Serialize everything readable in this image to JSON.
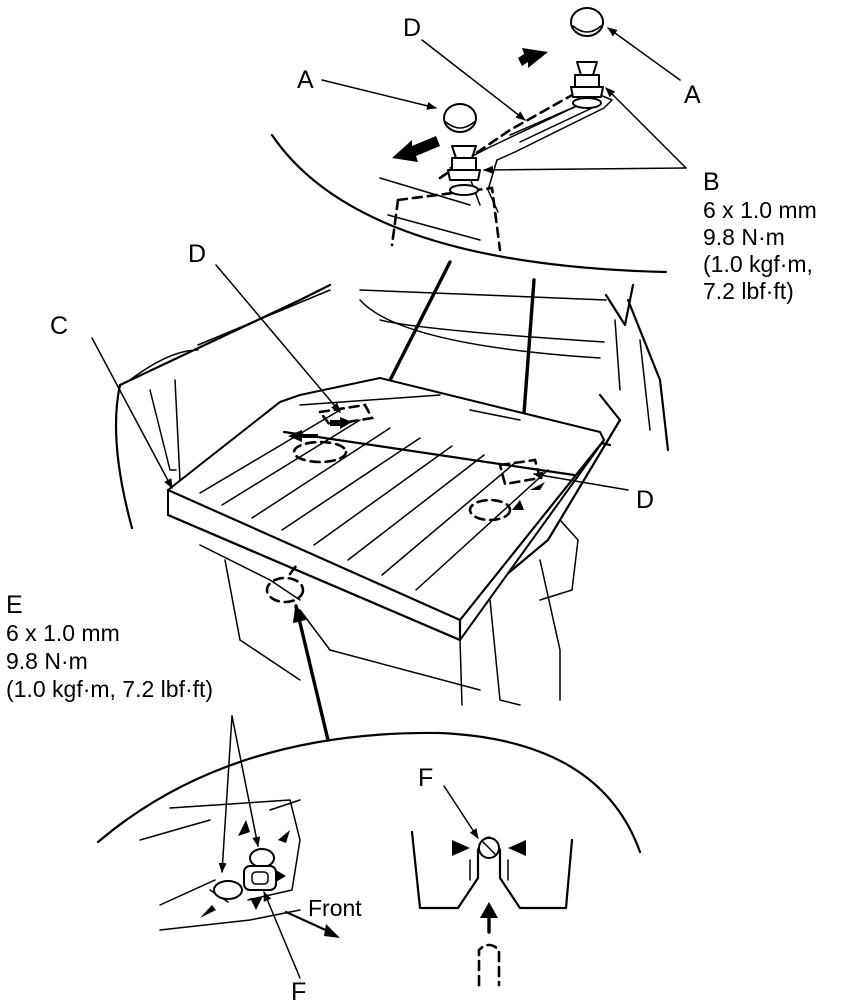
{
  "labels": {
    "a": "A",
    "b": "B",
    "c": "C",
    "d": "D",
    "e": "E",
    "f": "F",
    "front": "Front"
  },
  "specs": {
    "b": [
      "6 x 1.0 mm",
      "9.8 N·m",
      "(1.0 kgf·m,",
      "7.2 lbf·ft)"
    ],
    "e": [
      "6 x 1.0 mm",
      "9.8 N·m",
      "(1.0 kgf·m, 7.2 lbf·ft)"
    ]
  },
  "colors": {
    "ink": "#000000",
    "paper": "#ffffff"
  }
}
